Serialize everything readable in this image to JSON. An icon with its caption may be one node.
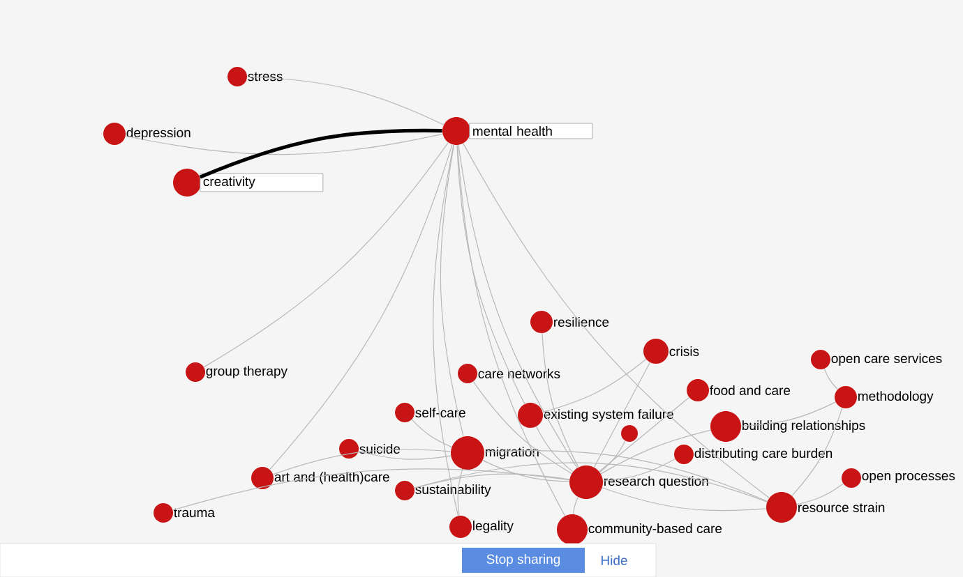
{
  "diagram": {
    "nodes": [
      {
        "text": [
          "stress"
        ]
      },
      {
        "text": [
          "depression"
        ]
      },
      {
        "text": [
          "creativity"
        ]
      },
      {
        "text": [
          "mental health"
        ]
      },
      {
        "text": [
          "resilience"
        ]
      },
      {
        "text": [
          "group therapy"
        ]
      },
      {
        "text": [
          "crisis"
        ]
      },
      {
        "text": [
          "open care services"
        ]
      },
      {
        "text": [
          "methodology"
        ]
      },
      {
        "text": [
          "care networks"
        ]
      },
      {
        "text": [
          "self-care"
        ]
      },
      {
        "text": [
          "existing system failure"
        ]
      },
      {
        "text": [
          "food and care"
        ]
      },
      {
        "text": [
          "building relationships"
        ]
      },
      {
        "text": [],
        "shape": "circle"
      },
      {
        "text": [
          "suicide"
        ]
      },
      {
        "text": [
          "migration"
        ]
      },
      {
        "text": [
          "research question"
        ]
      },
      {
        "text": [
          "distributing care burden"
        ]
      },
      {
        "text": [
          "sustainability"
        ]
      },
      {
        "text": [
          "art and (health)care"
        ]
      },
      {
        "text": [
          "resource strain"
        ]
      },
      {
        "text": [
          "open processes"
        ]
      },
      {
        "text": [
          "trauma"
        ]
      },
      {
        "text": [
          "legality"
        ]
      },
      {
        "text": [
          "community-based care"
        ]
      }
    ],
    "edges": [
      {
        "from": 3,
        "to": 0,
        "arrow": "none"
      },
      {
        "from": 3,
        "to": 1,
        "arrow": "none"
      },
      {
        "from": 2,
        "to": 3,
        "arrow": "none",
        "style": "thick",
        "color": "#000000"
      },
      {
        "from": 3,
        "to": 5,
        "arrow": "none"
      },
      {
        "from": 3,
        "to": 20,
        "arrow": "none"
      },
      {
        "from": 3,
        "to": 16,
        "arrow": "none"
      },
      {
        "from": 3,
        "to": 17,
        "arrow": "none"
      },
      {
        "from": 3,
        "to": 24,
        "arrow": "none"
      },
      {
        "from": 3,
        "to": 25,
        "arrow": "none"
      },
      {
        "from": 3,
        "to": 11,
        "arrow": "none"
      },
      {
        "from": 3,
        "to": 21,
        "arrow": "none"
      },
      {
        "from": 23,
        "to": 17,
        "arrow": "none"
      },
      {
        "from": 20,
        "to": 16,
        "arrow": "none"
      },
      {
        "from": 16,
        "to": 17,
        "arrow": "none"
      },
      {
        "from": 16,
        "to": 21,
        "arrow": "none"
      },
      {
        "from": 17,
        "to": 21,
        "arrow": "none"
      },
      {
        "from": 17,
        "to": 6,
        "arrow": "none"
      },
      {
        "from": 17,
        "to": 12,
        "arrow": "none"
      },
      {
        "from": 8,
        "to": 13,
        "arrow": "none"
      },
      {
        "from": 8,
        "to": 21,
        "arrow": "none"
      },
      {
        "from": 7,
        "to": 8,
        "arrow": "none"
      },
      {
        "from": 9,
        "to": 17,
        "arrow": "none"
      },
      {
        "from": 19,
        "to": 17,
        "arrow": "none"
      },
      {
        "from": 19,
        "to": 21,
        "arrow": "none"
      },
      {
        "from": 10,
        "to": 16,
        "arrow": "none"
      },
      {
        "from": 15,
        "to": 16,
        "arrow": "none"
      },
      {
        "from": 18,
        "to": 17,
        "arrow": "none"
      },
      {
        "from": 11,
        "to": 17,
        "arrow": "none"
      },
      {
        "from": 13,
        "to": 17,
        "arrow": "none"
      },
      {
        "from": 6,
        "to": 11,
        "arrow": "none"
      },
      {
        "from": 25,
        "to": 17,
        "arrow": "none"
      },
      {
        "from": 24,
        "to": 16,
        "arrow": "none"
      },
      {
        "from": 14,
        "to": 17,
        "arrow": "none"
      },
      {
        "from": 22,
        "to": 21,
        "arrow": "none"
      },
      {
        "from": 4,
        "to": 17,
        "arrow": "none"
      }
    ],
    "labels": [
      "Stop sharing",
      "Hide"
    ]
  }
}
